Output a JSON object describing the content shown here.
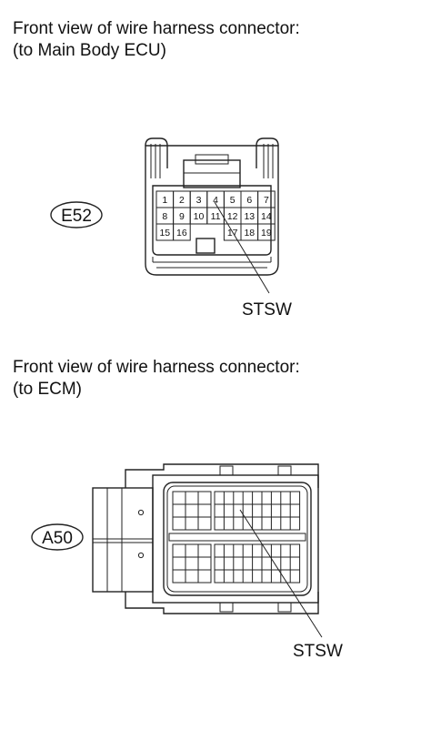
{
  "connector_e52": {
    "heading_line1": "Front view of wire harness connector:",
    "heading_line2": "(to Main Body ECU)",
    "code": "E52",
    "pins": [
      "1",
      "2",
      "3",
      "4",
      "5",
      "6",
      "7",
      "8",
      "9",
      "10",
      "11",
      "12",
      "13",
      "14",
      "15",
      "16",
      "17",
      "18",
      "19"
    ],
    "signal_label": "STSW"
  },
  "connector_a50": {
    "heading_line1": "Front view of wire harness connector:",
    "heading_line2": "(to ECM)",
    "code": "A50",
    "signal_label": "STSW"
  }
}
